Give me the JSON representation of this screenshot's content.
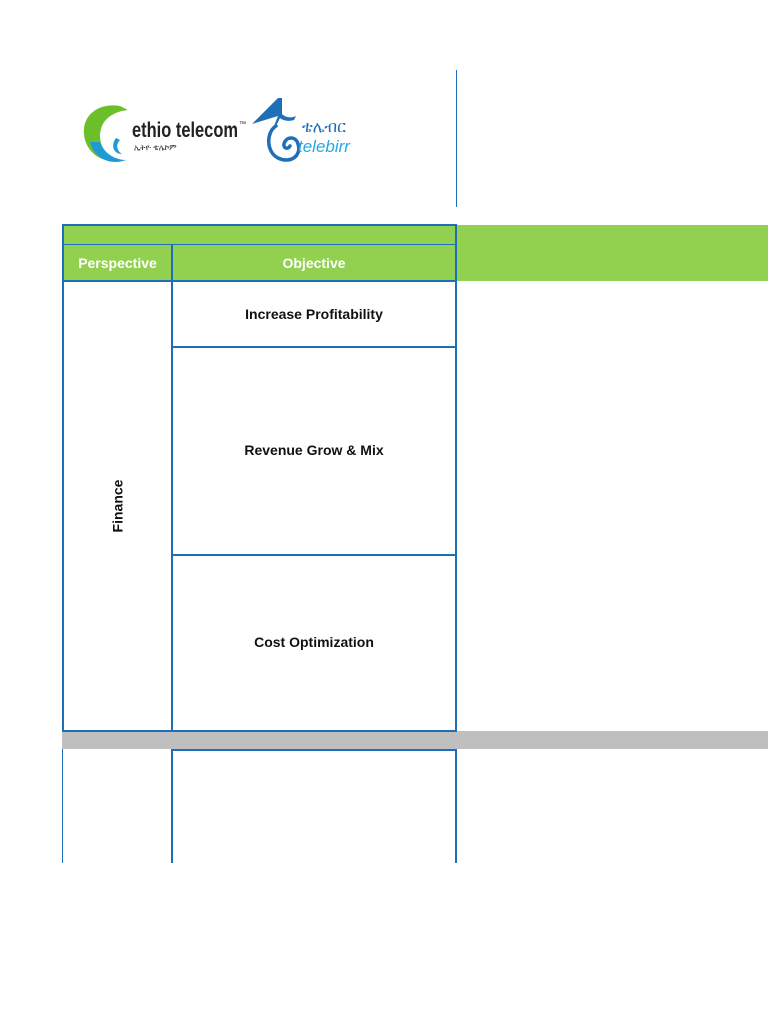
{
  "branding": {
    "ethio_logo_text": "ethio telecom",
    "ethio_logo_tm": "™",
    "ethio_logo_amharic": "ኢትዮ ቴሌኮም",
    "telebirr_logo_amharic": "ቴሌብር",
    "telebirr_logo_text": "telebirr",
    "colors": {
      "ethio_green": "#6cbf2b",
      "ethio_blue": "#1e9ad6",
      "telebirr_blue": "#1f6fb8",
      "telebirr_accent": "#2aa6df"
    }
  },
  "table": {
    "headers": {
      "perspective": "Perspective",
      "objective": "Objective"
    },
    "perspective": "Finance",
    "objectives": [
      "Increase Profitability",
      "Revenue Grow & Mix",
      "Cost Optimization"
    ],
    "colors": {
      "header_band": "#92d050",
      "separator_band": "#bfbfbf",
      "border": "#1f6fb8"
    }
  }
}
